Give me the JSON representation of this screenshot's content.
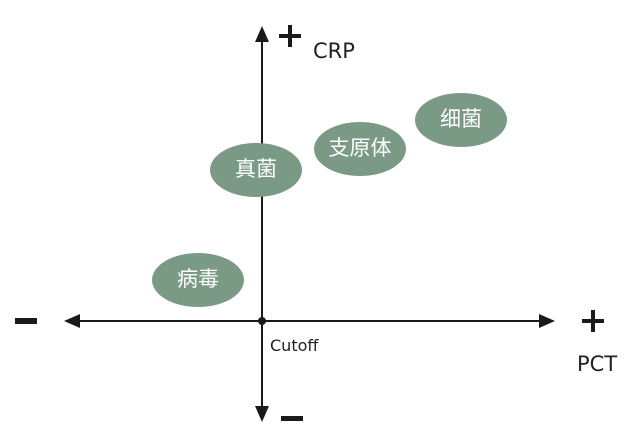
{
  "axes": {
    "x": {
      "label": "PCT",
      "positive_sign": "+",
      "negative_sign": "−"
    },
    "y": {
      "label": "CRP",
      "positive_sign": "+",
      "negative_sign": "−"
    },
    "origin_label": "Cutoff"
  },
  "regions": [
    {
      "label": "病毒"
    },
    {
      "label": "真菌"
    },
    {
      "label": "支原体"
    },
    {
      "label": "细菌"
    }
  ],
  "colors": {
    "blob_fill": "#7a9a86",
    "axis": "#1a1a1a"
  }
}
